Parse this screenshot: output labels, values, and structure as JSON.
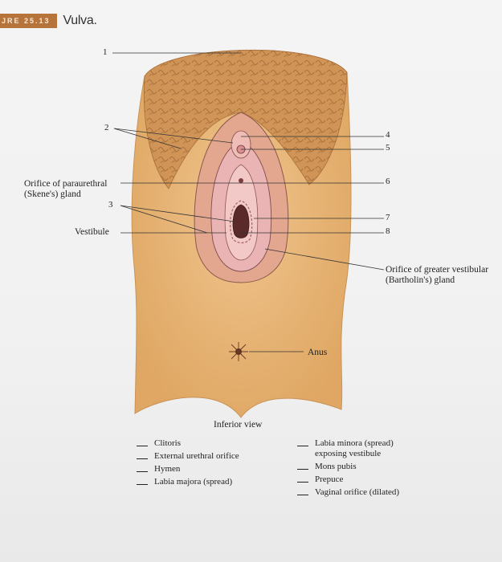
{
  "figure": {
    "tag": "JRE 25.13",
    "title": "Vulva."
  },
  "numbers": {
    "n1": "1",
    "n2": "2",
    "n3": "3",
    "n4": "4",
    "n5": "5",
    "n6": "6",
    "n7": "7",
    "n8": "8"
  },
  "labels": {
    "skene": "Orifice of paraurethral\n(Skene's) gland",
    "vestibule": "Vestibule",
    "bartholin": "Orifice of greater vestibular\n(Bartholin's) gland",
    "anus": "Anus",
    "view": "Inferior view"
  },
  "key_left": [
    "Clitoris",
    "External urethral orifice",
    "Hymen",
    "Labia majora (spread)"
  ],
  "key_right": [
    "Labia minora (spread)\nexposing vestibule",
    "Mons pubis",
    "Prepuce",
    "Vaginal orifice (dilated)"
  ],
  "colors": {
    "skin": "#e8b476",
    "hair": "#c98d4f",
    "pink": "#e6a8ad",
    "tag": "#b7743a"
  }
}
